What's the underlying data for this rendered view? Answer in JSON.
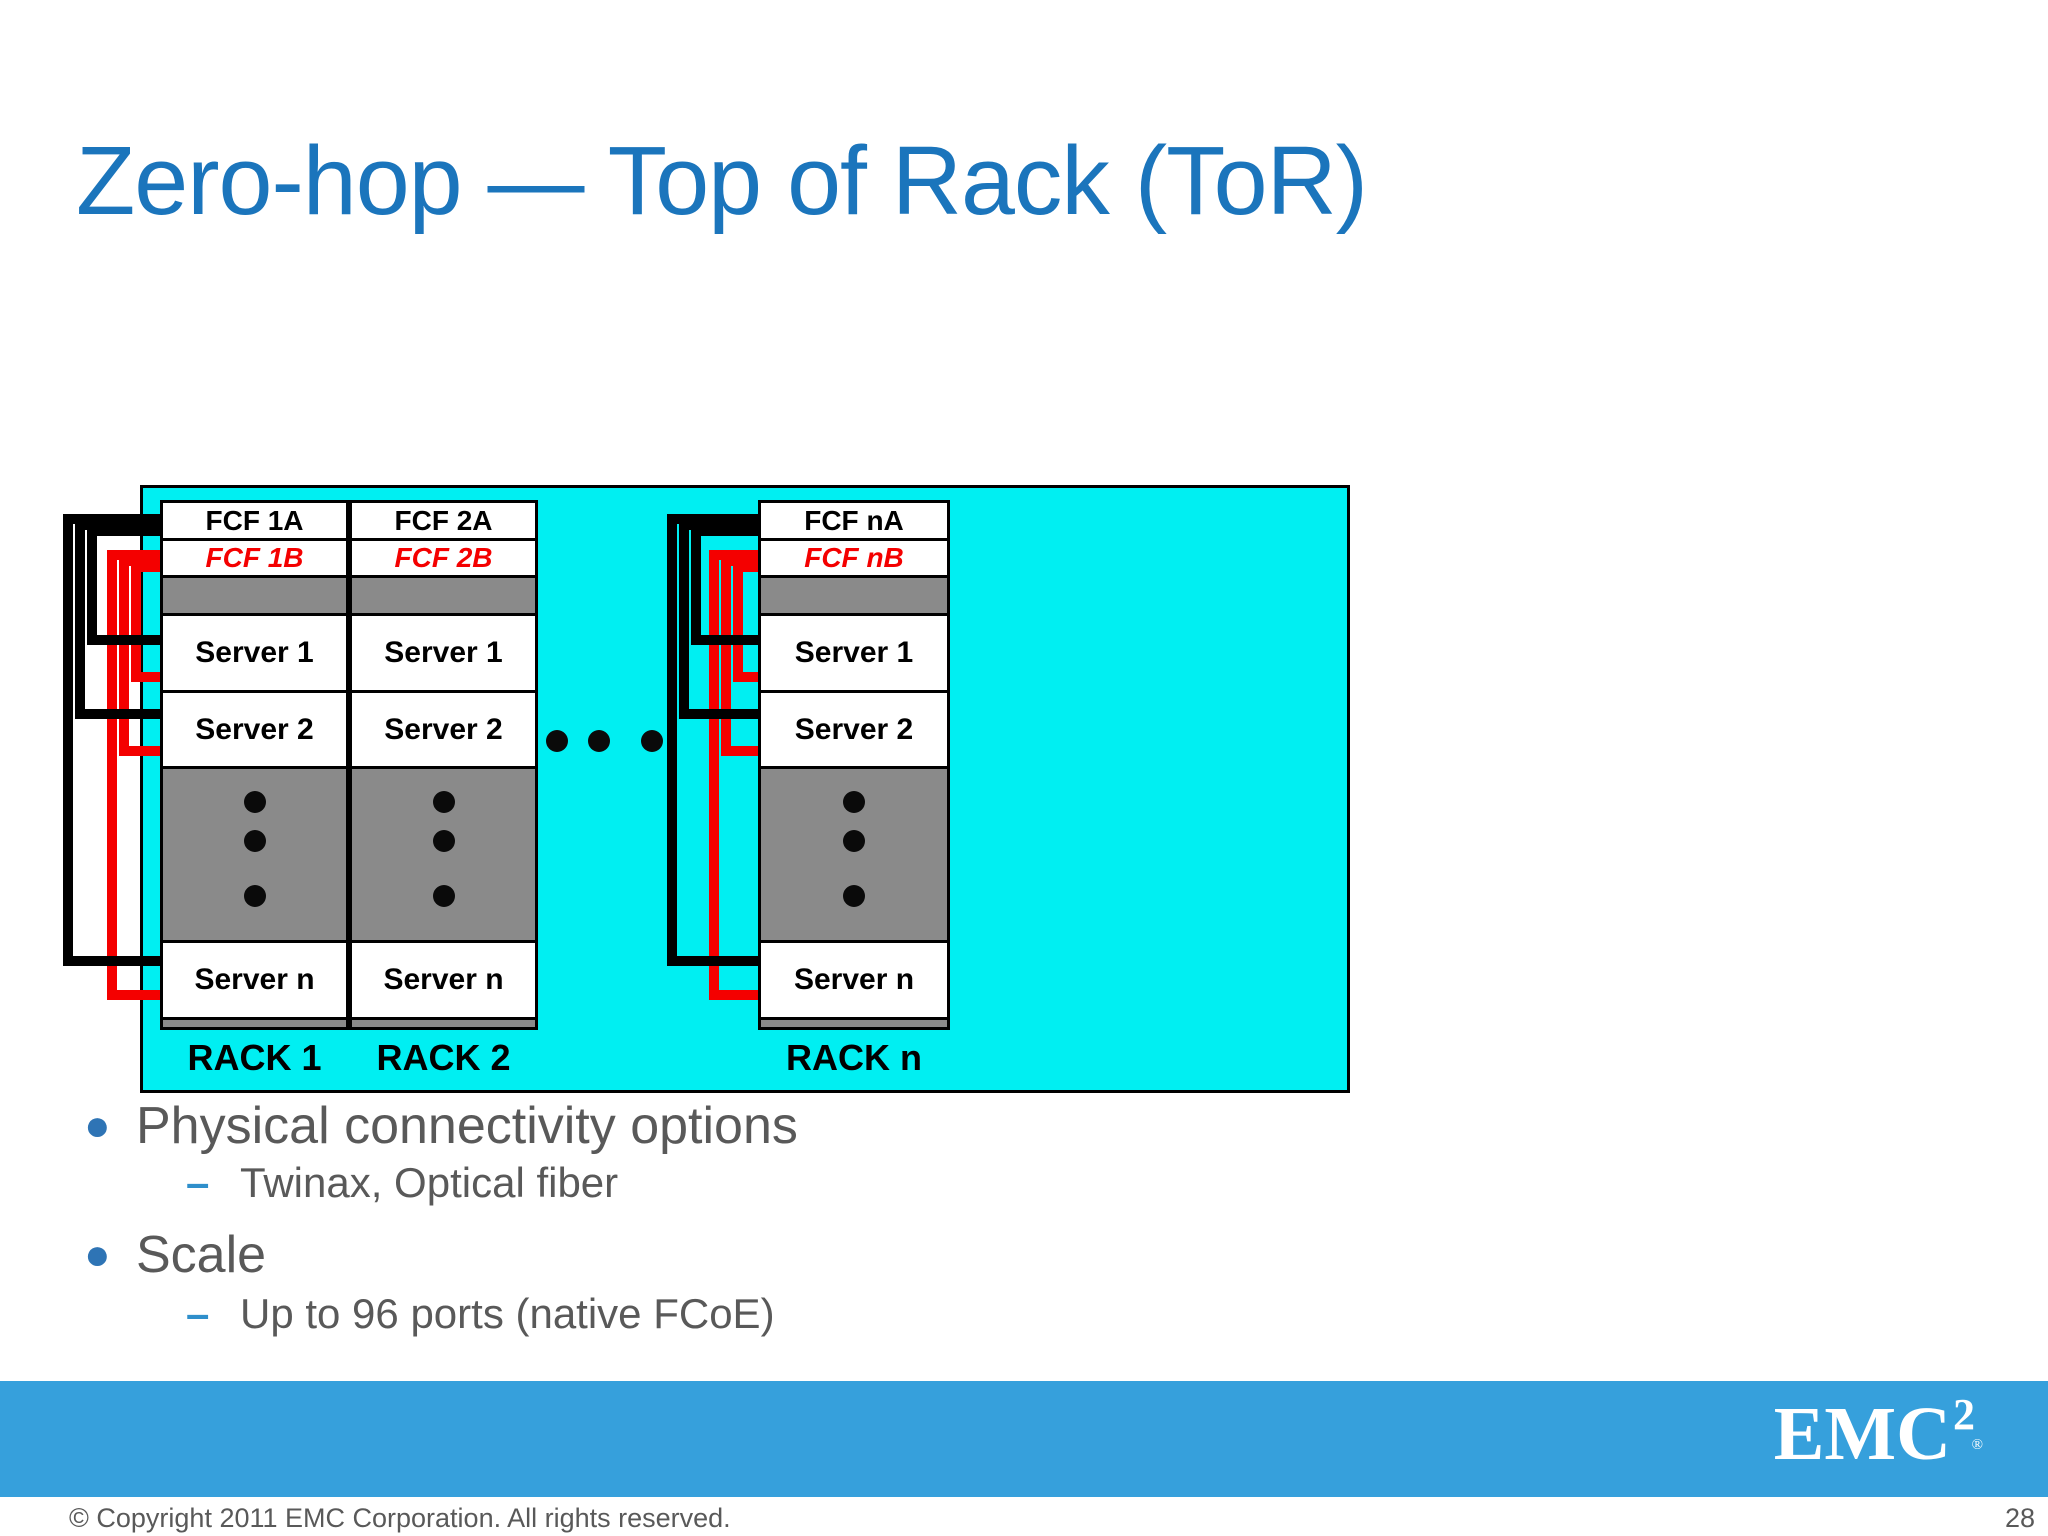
{
  "title": "Zero-hop — Top of Rack (ToR)",
  "diagram": {
    "racks": [
      {
        "fcf_a": "FCF 1A",
        "fcf_b": "FCF 1B",
        "server_1": "Server 1",
        "server_2": "Server 2",
        "server_n": "Server n",
        "label": "RACK 1"
      },
      {
        "fcf_a": "FCF 2A",
        "fcf_b": "FCF 2B",
        "server_1": "Server 1",
        "server_2": "Server 2",
        "server_n": "Server n",
        "label": "RACK 2"
      },
      {
        "fcf_a": "FCF nA",
        "fcf_b": "FCF nB",
        "server_1": "Server 1",
        "server_2": "Server 2",
        "server_n": "Server n",
        "label": "RACK n"
      }
    ],
    "colors": {
      "background_cyan": "#00EFF2",
      "band_gray": "#8A8A8A",
      "cable_a_black": "#000000",
      "cable_b_red": "#F40000"
    }
  },
  "ui": {
    "bullet_glyph": "●",
    "dash_glyph": "–"
  },
  "bullets": [
    {
      "text": "Physical connectivity options",
      "sub": "Twinax, Optical fiber"
    },
    {
      "text": "Scale",
      "sub": "Up to 96 ports (native FCoE)"
    }
  ],
  "footer": {
    "copyright": "© Copyright 2011 EMC Corporation. All rights reserved.",
    "page_number": "28",
    "logo": {
      "text": "EMC",
      "superscript": "2",
      "registered": "®"
    }
  }
}
